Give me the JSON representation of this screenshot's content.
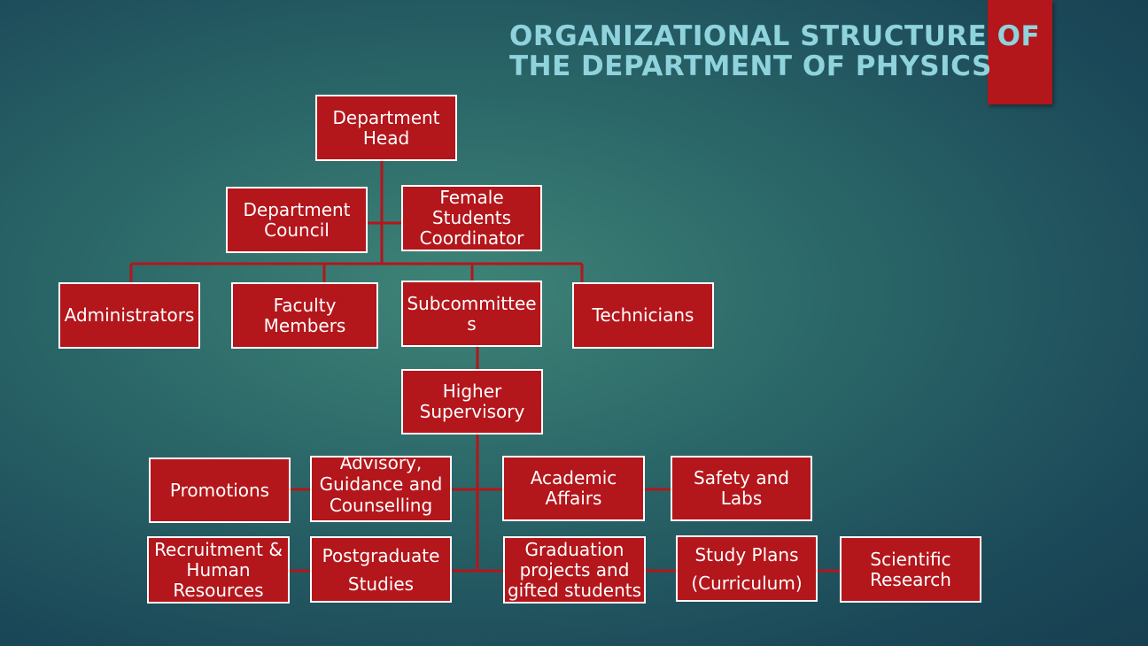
{
  "title_line1": "ORGANIZATIONAL STRUCTURE OF",
  "title_line2": "THE DEPARTMENT OF PHYSICS",
  "colors": {
    "box_fill": "#b3161b",
    "box_border": "#ffffff",
    "line": "#b3161b",
    "title": "#8fd3dc"
  },
  "nodes": {
    "head": "Department\nHead",
    "council": "Department\nCouncil",
    "female": "Female\nStudents\nCoordinator",
    "admin": "Administrators",
    "faculty": "Faculty\nMembers",
    "subcommittees": "Subcommittees",
    "technicians": "Technicians",
    "higher": "Higher\nSupervisory",
    "promotions": "Promotions",
    "advisory": "Advisory,\nGuidance and\nCounselling",
    "academic": "Academic\nAffairs",
    "safety": "Safety and\nLabs",
    "recruitment": "Recruitment &\nHuman\nResources",
    "postgraduate": "Postgraduate\nStudies",
    "graduation": "Graduation\nprojects and\ngifted students",
    "study_plans": "Study Plans\n(Curriculum)",
    "scientific": "Scientific\nResearch"
  }
}
